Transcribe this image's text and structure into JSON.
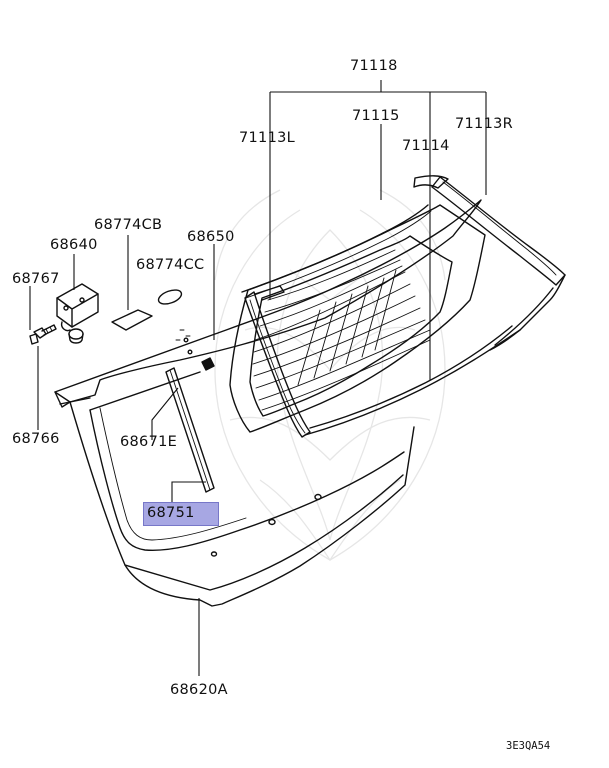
{
  "callouts": {
    "p71118": "71118",
    "p71115": "71115",
    "p71113R": "71113R",
    "p71113L": "71113L",
    "p71114": "71114",
    "p68774CB": "68774CB",
    "p68650": "68650",
    "p68640": "68640",
    "p68774CC": "68774CC",
    "p68767": "68767",
    "p68766": "68766",
    "p68671E": "68671E",
    "p68751": "68751",
    "p68620A": "68620A"
  },
  "diagram_code": "3E3QA54",
  "highlight_color": "#a7a7e3"
}
